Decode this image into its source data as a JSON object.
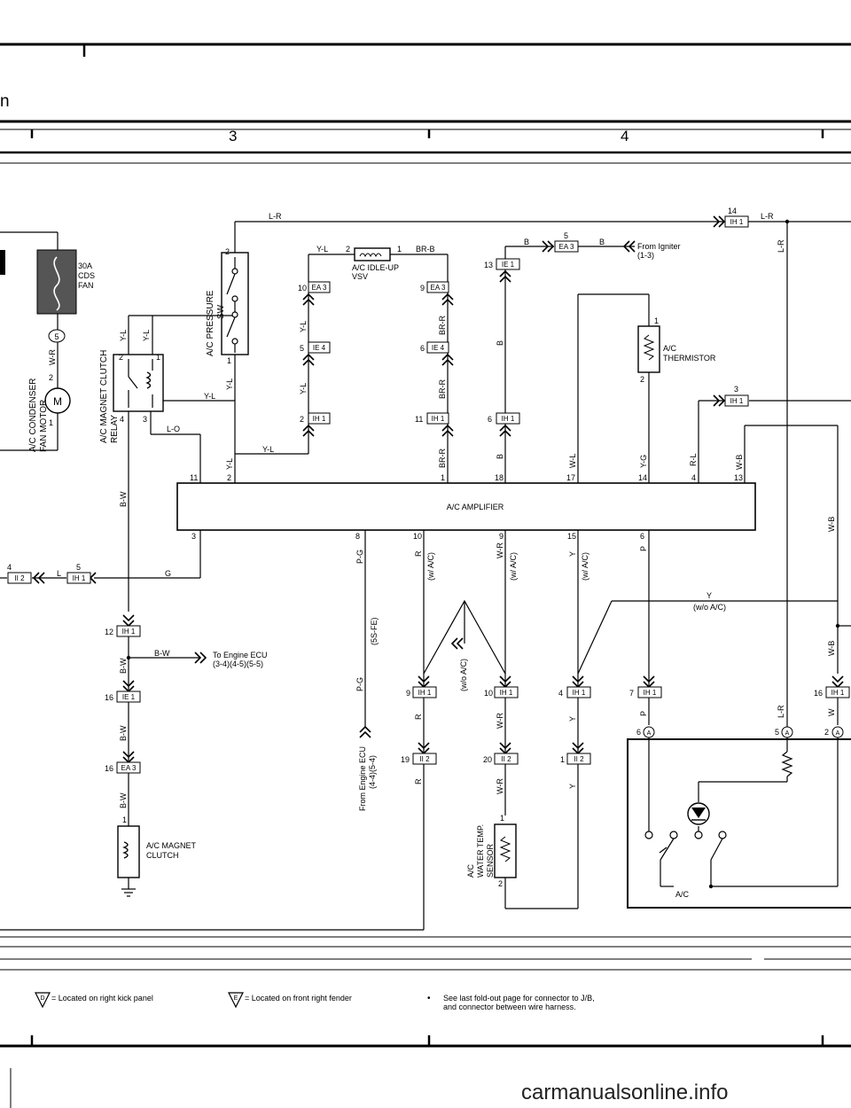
{
  "header": {
    "top_text": "n",
    "col3": "3",
    "col4": "4"
  },
  "fuse": {
    "label1": "30A",
    "label2": "CDS",
    "label3": "FAN",
    "num": "5"
  },
  "fan_motor": {
    "title1": "A/C CONDENSER",
    "title2": "FAN MOTOR",
    "wire": "W-R",
    "pin2": "2",
    "pin1": "1",
    "m": "M"
  },
  "relay": {
    "title1": "A/C MAGNET CLUTCH",
    "title2": "RELAY",
    "wire_a": "Y-L",
    "wire_b": "Y-L",
    "p2": "2",
    "p1": "1",
    "p4": "4",
    "p3": "3",
    "lo": "L-O"
  },
  "pressure_sw": {
    "title1": "A/C PRESSURE",
    "title2": "SW",
    "p2": "2",
    "p1": "1",
    "wire_side": "Y-L",
    "wire_below": "Y-L",
    "wire_horiz": "Y-L"
  },
  "top_wire": {
    "label": "L-R"
  },
  "vsv": {
    "title1": "A/C IDLE-UP",
    "title2": "VSV",
    "left_wire": "Y-L",
    "right_wire": "BR-B",
    "pin_l": "2",
    "pin_r": "1"
  },
  "connectors": {
    "ea3_10": "10",
    "ea3": "EA 3",
    "ie4_5": "5",
    "ie4": "IE 4",
    "ih1_2": "2",
    "ih1": "IH 1",
    "ea3_9": "9",
    "ie4_6": "6",
    "ih1_11": "11",
    "ie1_13": "13",
    "ie1": "IE 1",
    "ea3_5": "5",
    "ih1_6": "6",
    "ih1_14": "14",
    "ih1_3": "3",
    "ih1_12": "12",
    "ie1_16": "16",
    "ea3_16": "16",
    "ii2": "II 2",
    "ii2_4": "4",
    "ih1_5": "5",
    "ih1_9": "9",
    "ii2_19": "19",
    "ih1_10": "10",
    "ii2_20": "20",
    "ih1_4": "4",
    "ii2_1": "1",
    "ih1_7": "7",
    "ih1_16": "16"
  },
  "wires": {
    "yl_1": "Y-L",
    "yl_2": "Y-L",
    "yl_3": "Y-L",
    "brr_1": "BR-R",
    "brr_2": "BR-R",
    "brr_3": "BR-R",
    "b_top1": "B",
    "b_top2": "B",
    "b_mid": "B",
    "b_low": "B",
    "from_igniter1": "From  Igniter",
    "from_igniter2": "(1-3)",
    "wl": "W-L",
    "yg": "Y-G",
    "rl": "R-L",
    "wb_1": "W-B",
    "lr_right": "L-R",
    "lr_top": "L-R",
    "bw_1": "B-W",
    "bw_2": "B-W",
    "bw_3": "B-W",
    "bw_4": "B-W",
    "bw_horiz": "B-W",
    "to_ecu1": "To Engine ECU",
    "to_ecu2": "(3-4)(4-5)(5-5)",
    "g": "G",
    "l": "L",
    "pg_1": "P-G",
    "pg_2": "P-G",
    "five_s_fe": "(5S-FE)",
    "from_ecu1": "From  Engine  ECU",
    "from_ecu2": "(4-4)(5-4)",
    "r_wac": "R",
    "wac_1": "(w/ A/C)",
    "r_2": "R",
    "r_3": "R",
    "wr_1": "W-R",
    "wac_2": "(w/ A/C)",
    "wr_2": "W-R",
    "wr_3": "W-R",
    "wo_ac_vert": "(w/o A/C)",
    "y_1": "Y",
    "wac_3": "(w/ A/C)",
    "y_2": "Y",
    "y_3": "Y",
    "p_1": "P",
    "p_2": "P",
    "y_wo": "Y",
    "wo_ac": "(w/o A/C)",
    "wb_2": "W-B",
    "wb_3": "W-B",
    "w": "W",
    "lr_low": "L-R"
  },
  "amplifier": {
    "label": "A/C AMPLIFIER",
    "top_pins": [
      "11",
      "2",
      "1",
      "18",
      "17",
      "14",
      "4",
      "13"
    ],
    "bot_pins": [
      "3",
      "8",
      "10",
      "9",
      "15",
      "6"
    ]
  },
  "thermistor": {
    "title1": "A/C",
    "title2": "THERMISTOR",
    "p1": "1",
    "p2": "2"
  },
  "clutch": {
    "title1": "A/C MAGNET",
    "title2": "CLUTCH",
    "p1": "1"
  },
  "water_temp": {
    "t1": "A/C",
    "t2": "WATER TEMP.",
    "t3": "SENSOR",
    "p1": "1",
    "p2": "2"
  },
  "ac_switch": {
    "label": "A/C",
    "p6": "6",
    "p5": "5",
    "p2": "2",
    "a": "A"
  },
  "legend": {
    "d_text": "= Located on right kick panel",
    "d": "D",
    "e_text": "= Located on front right fender",
    "e": "E",
    "note1": "See last fold-out page for connector to J/B,",
    "note2": "and connector between wire harness.",
    "bullet": "•"
  },
  "watermark": "carmanualsonline.info"
}
